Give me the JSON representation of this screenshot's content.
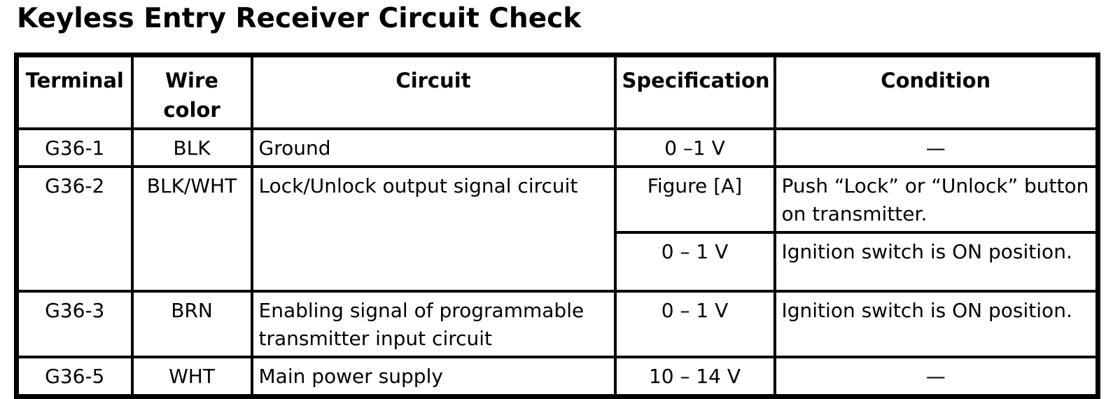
{
  "title": "Keyless Entry Receiver Circuit Check",
  "table": {
    "headers": {
      "terminal": "Terminal",
      "wire_color": "Wire color",
      "circuit": "Circuit",
      "specification": "Specification",
      "condition": "Condition"
    },
    "rows": [
      {
        "terminal": "G36-1",
        "wire_color": "BLK",
        "circuit": "Ground",
        "specification": "0 –1 V",
        "condition": "—"
      },
      {
        "terminal": "G36-2",
        "wire_color": "BLK/WHT",
        "circuit": "Lock/Unlock output signal circuit",
        "sub_rows": [
          {
            "specification": "Figure [A]",
            "condition": "Push “Lock” or “Unlock” button on transmitter."
          },
          {
            "specification": "0 – 1 V",
            "condition": "Ignition switch is ON position."
          }
        ]
      },
      {
        "terminal": "G36-3",
        "wire_color": "BRN",
        "circuit": "Enabling signal of programmable transmitter input circuit",
        "specification": "0 – 1 V",
        "condition": "Ignition switch is ON position."
      },
      {
        "terminal": "G36-5",
        "wire_color": "WHT",
        "circuit": "Main power supply",
        "specification": "10 – 14 V",
        "condition": "—"
      }
    ]
  }
}
